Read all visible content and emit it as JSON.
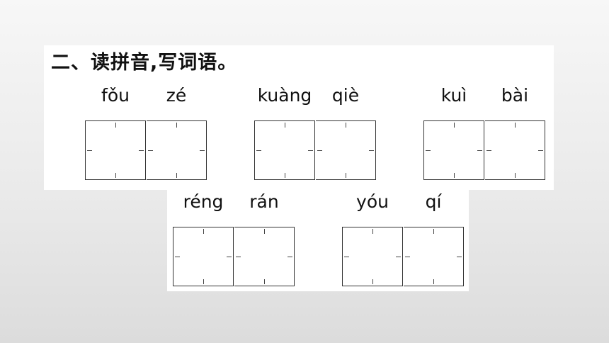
{
  "heading": "二、读拼音,写词语。",
  "rows": [
    {
      "groups": [
        {
          "syllables": [
            "fǒu",
            "zé"
          ]
        },
        {
          "syllables": [
            "kuàng",
            "qiè"
          ]
        },
        {
          "syllables": [
            "kuì",
            "bài"
          ]
        }
      ]
    },
    {
      "groups": [
        {
          "syllables": [
            "réng",
            "rán"
          ]
        },
        {
          "syllables": [
            "yóu",
            "qí"
          ]
        }
      ]
    }
  ]
}
